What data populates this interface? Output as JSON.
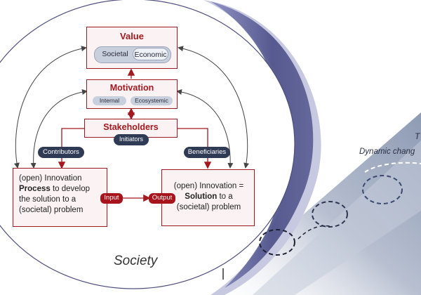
{
  "value": {
    "title": "Value",
    "societal": "Societal",
    "economic": "Economic"
  },
  "motivation": {
    "title": "Motivation",
    "internal": "Internal",
    "ecosystemic": "Ecosystemic"
  },
  "stakeholders": {
    "title": "Stakeholders",
    "initiators": "Initiators"
  },
  "contributors": "Contributors",
  "beneficiaries": "Beneficiaries",
  "process_box": {
    "line1": "(open) Innovation",
    "line2_bold": "Process",
    "line2_rest": " to develop",
    "line3": "the solution to a",
    "line4": "(societal) problem"
  },
  "solution_box": {
    "line1": "(open) Innovation =",
    "line2_bold": "Solution",
    "line2_rest": " to a",
    "line3": "(societal) problem"
  },
  "input_label": "Input",
  "output_label": "Output",
  "society_label": "Society",
  "arrow_partial_label": "T",
  "dynamic_change": "Dynamic chang",
  "colors": {
    "accent_red": "#a3191f",
    "navy": "#2f3b55",
    "purple_band": "#5b5e94"
  }
}
